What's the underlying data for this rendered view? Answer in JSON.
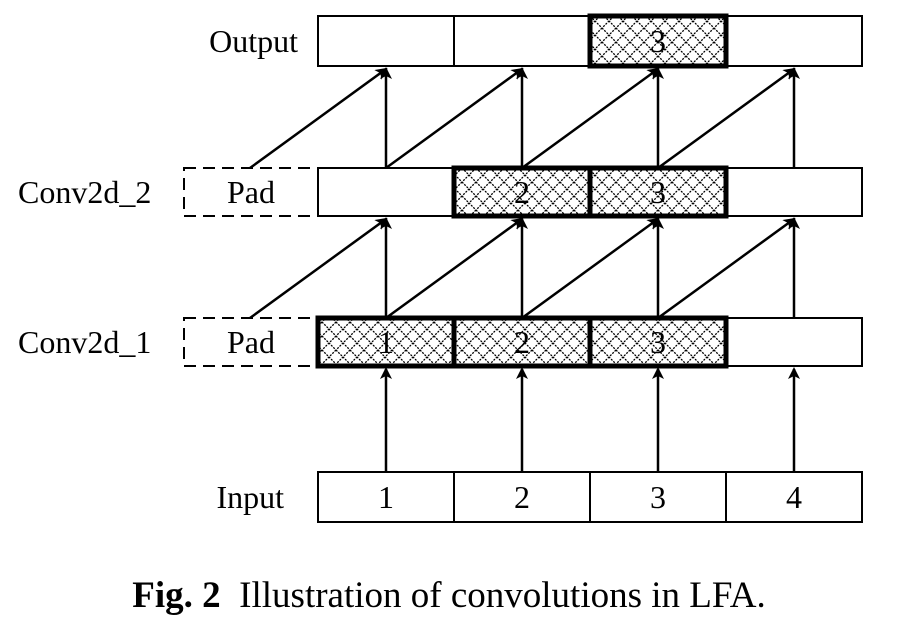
{
  "rows": {
    "output": {
      "label": "Output",
      "cells": [
        "",
        "",
        "3",
        ""
      ],
      "highlighted": [
        2
      ]
    },
    "conv2d_2": {
      "label": "Conv2d_2",
      "pad": "Pad",
      "cells": [
        "",
        "2",
        "3",
        ""
      ],
      "highlighted": [
        1,
        2
      ]
    },
    "conv2d_1": {
      "label": "Conv2d_1",
      "pad": "Pad",
      "cells": [
        "1",
        "2",
        "3",
        ""
      ],
      "highlighted": [
        0,
        1,
        2
      ]
    },
    "input": {
      "label": "Input",
      "cells": [
        "1",
        "2",
        "3",
        "4"
      ],
      "highlighted": []
    }
  },
  "caption": {
    "prefix": "Fig. 2",
    "text": "Illustration of convolutions in LFA."
  },
  "colors": {
    "line": "#000000",
    "background": "#ffffff"
  }
}
